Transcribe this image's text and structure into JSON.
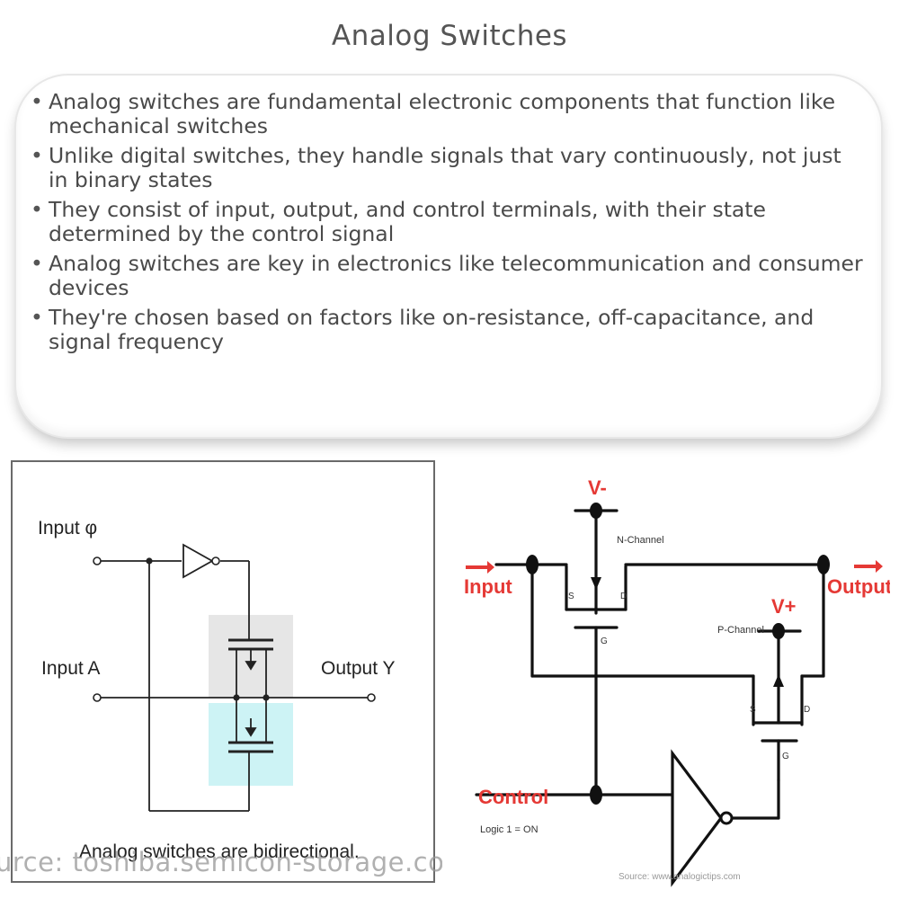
{
  "title": "Analog Switches",
  "bullets": [
    "Analog switches are fundamental electronic components that function like mechanical switches",
    "Unlike digital switches, they handle signals that vary continuously, not just in binary states",
    "They consist of input, output, and control terminals, with their state determined by the control signal",
    "Analog switches are key in electronics like telecommunication and consumer devices",
    "They're chosen based on factors like on-resistance, off-capacitance, and signal frequency"
  ],
  "left_figure": {
    "input_phi": "Input φ",
    "input_a": "Input A",
    "output_y": "Output Y",
    "caption": "Analog switches are bidirectional.",
    "source": "urce: toshiba.semicon-storage.co"
  },
  "right_figure": {
    "v_minus": "V-",
    "v_plus": "V+",
    "n_channel": "N-Channel",
    "p_channel": "P-Channel",
    "input": "Input",
    "output": "Output",
    "control": "Control",
    "logic": "Logic 1 = ON",
    "s": "S",
    "d": "D",
    "g": "G",
    "source": "Source: www.analogictips.com"
  },
  "colors": {
    "accent_red": "#e53935",
    "highlight_gray": "#e6e6e6",
    "highlight_cyan": "#cdf3f5"
  }
}
